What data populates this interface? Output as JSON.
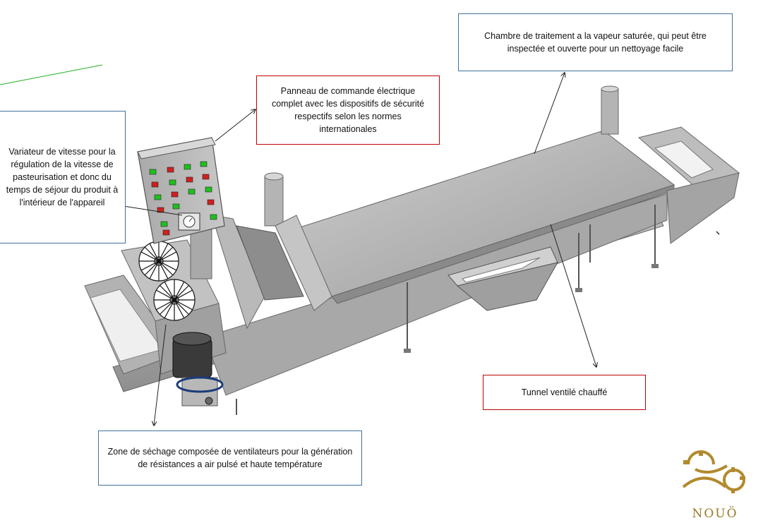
{
  "callouts": {
    "control_panel": "Panneau de commande électrique complet avec les dispositifs de sécurité respectifs selon les normes internationales",
    "steam_chamber": "Chambre de traitement a la vapeur saturée, qui peut être inspectée et ouverte pour un nettoyage facile",
    "speed_variator": "Variateur de vitesse pour la régulation de la vitesse de pasteurisation et donc du temps de séjour du produit à l'intérieur de l'appareil",
    "heated_tunnel": "Tunnel ventilé chauffé",
    "drying_zone": "Zone de séchage composée de ventilateurs pour la génération de résistances a air pulsé et haute température"
  },
  "logo": {
    "text": "NOUÖ"
  },
  "colors": {
    "blue_border": "#41719c",
    "red_border": "#c00000",
    "steel": "#b9b9b9",
    "logo_gold": "#b28a2e",
    "button_green": "#1fbf1f",
    "button_red": "#cf2020"
  }
}
